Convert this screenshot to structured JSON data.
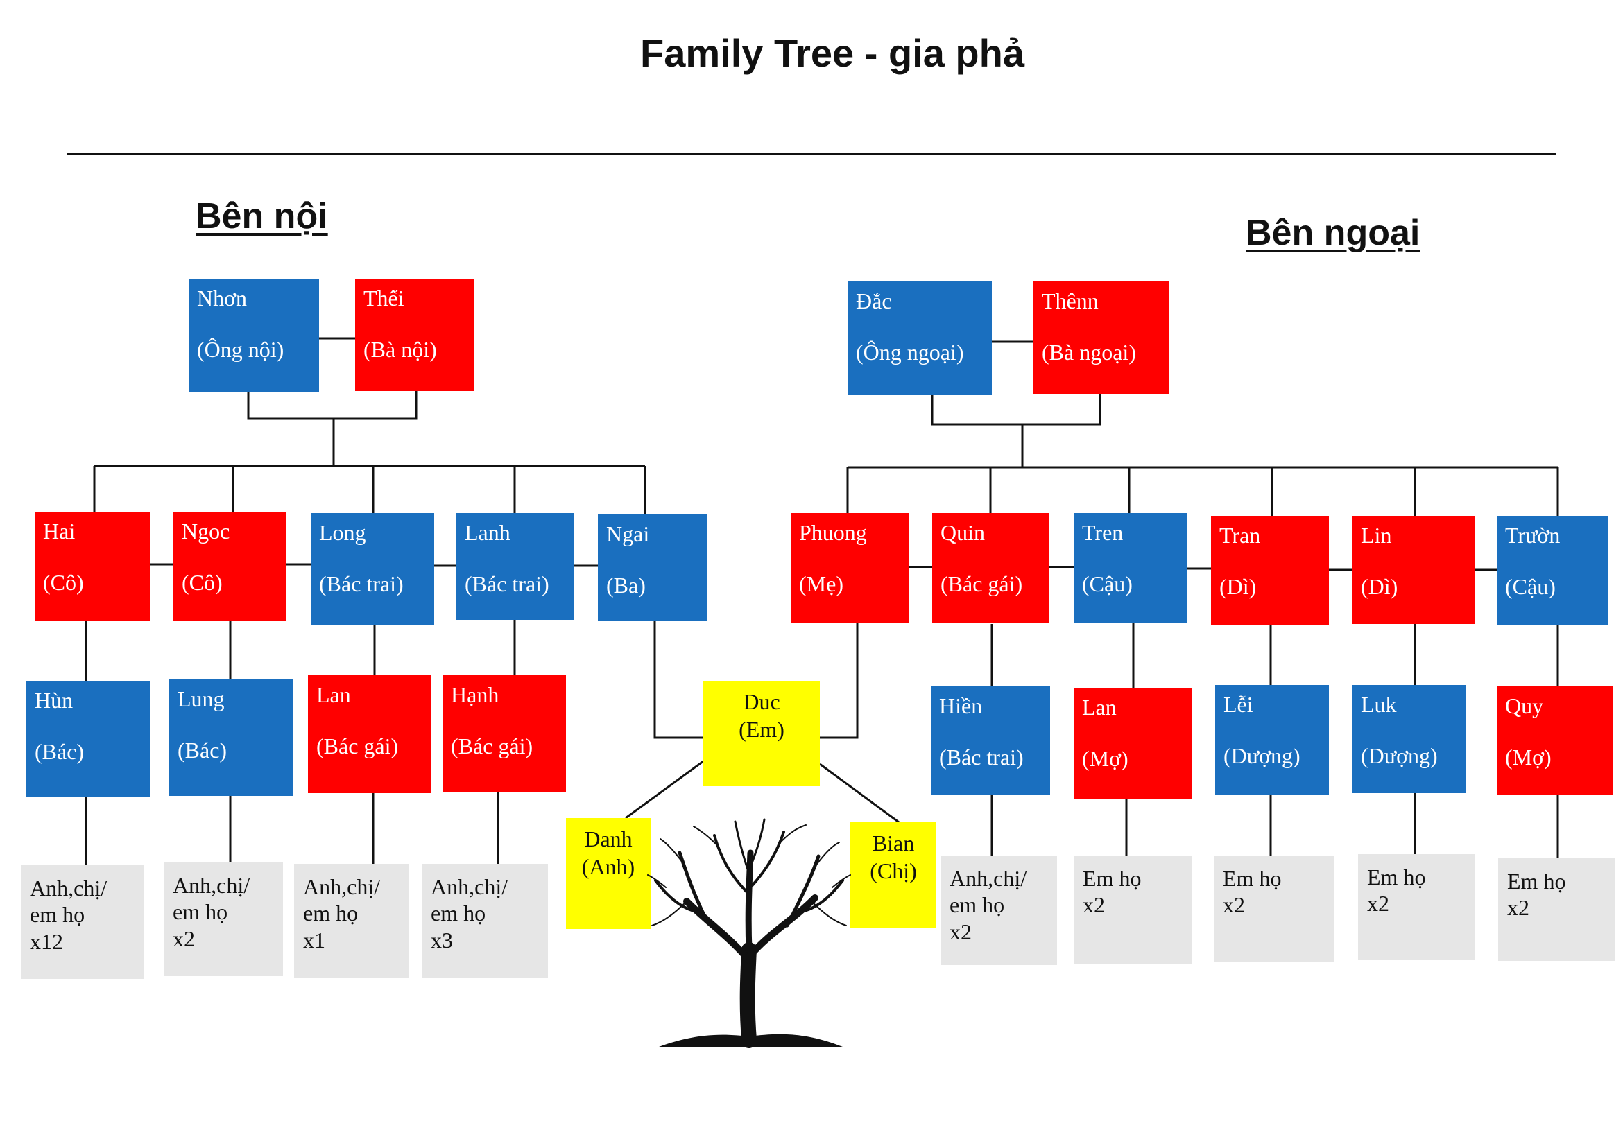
{
  "title": "Family Tree - gia phả",
  "sides": {
    "paternal": "Bên nội",
    "maternal": "Bên ngoại"
  },
  "colors": {
    "male": "#1a6fbf",
    "female": "#ff0000",
    "self": "#ffff00",
    "cousins": "#e6e6e6"
  },
  "people": {
    "nhon": {
      "name": "Nhơn",
      "role": "(Ông nội)"
    },
    "thei": {
      "name": "Thếi",
      "role": "(Bà nội)"
    },
    "dac": {
      "name": "Đắc",
      "role": "(Ông ngoại)"
    },
    "thenn": {
      "name": "Thênn",
      "role": "(Bà ngoại)"
    },
    "hai": {
      "name": "Hai",
      "role": "(Cô)"
    },
    "ngoc": {
      "name": "Ngoc",
      "role": "(Cô)"
    },
    "long": {
      "name": "Long",
      "role": "(Bác trai)"
    },
    "lanh": {
      "name": "Lanh",
      "role": "(Bác trai)"
    },
    "ngai": {
      "name": "Ngai",
      "role": "(Ba)"
    },
    "phuong": {
      "name": "Phuong",
      "role": "(Mẹ)"
    },
    "quin": {
      "name": "Quin",
      "role": "(Bác gái)"
    },
    "tren": {
      "name": "Tren",
      "role": "(Cậu)"
    },
    "tran": {
      "name": "Tran",
      "role": "(Dì)"
    },
    "lin": {
      "name": "Lin",
      "role": "(Dì)"
    },
    "truon": {
      "name": "Trườn",
      "role": "(Cậu)"
    },
    "hun": {
      "name": "Hùn",
      "role": "(Bác)"
    },
    "lung": {
      "name": "Lung",
      "role": "(Bác)"
    },
    "lanp": {
      "name": "Lan",
      "role": "(Bác gái)"
    },
    "hanh": {
      "name": "Hạnh",
      "role": "(Bác gái)"
    },
    "hien": {
      "name": "Hiền",
      "role": "(Bác trai)"
    },
    "lanm": {
      "name": "Lan",
      "role": "(Mợ)"
    },
    "lei": {
      "name": "Lễi",
      "role": "(Dượng)"
    },
    "luk": {
      "name": "Luk",
      "role": "(Dượng)"
    },
    "quy": {
      "name": "Quy",
      "role": "(Mợ)"
    },
    "duc": {
      "name": "Duc",
      "role": "(Em)"
    },
    "danh": {
      "name": "Danh",
      "role": "(Anh)"
    },
    "bian": {
      "name": "Bian",
      "role": "(Chị)"
    }
  },
  "cousins": [
    {
      "text": "Anh,chị/\nem họ\nx12"
    },
    {
      "text": "Anh,chị/\nem họ\nx2"
    },
    {
      "text": "Anh,chị/\nem họ\nx1"
    },
    {
      "text": "Anh,chị/\nem họ\nx3"
    },
    {
      "text": "Anh,chị/\nem họ\nx2"
    },
    {
      "text": "Em họ\nx2"
    },
    {
      "text": "Em họ\nx2"
    },
    {
      "text": "Em họ\nx2"
    },
    {
      "text": "Em họ\nx2"
    }
  ]
}
